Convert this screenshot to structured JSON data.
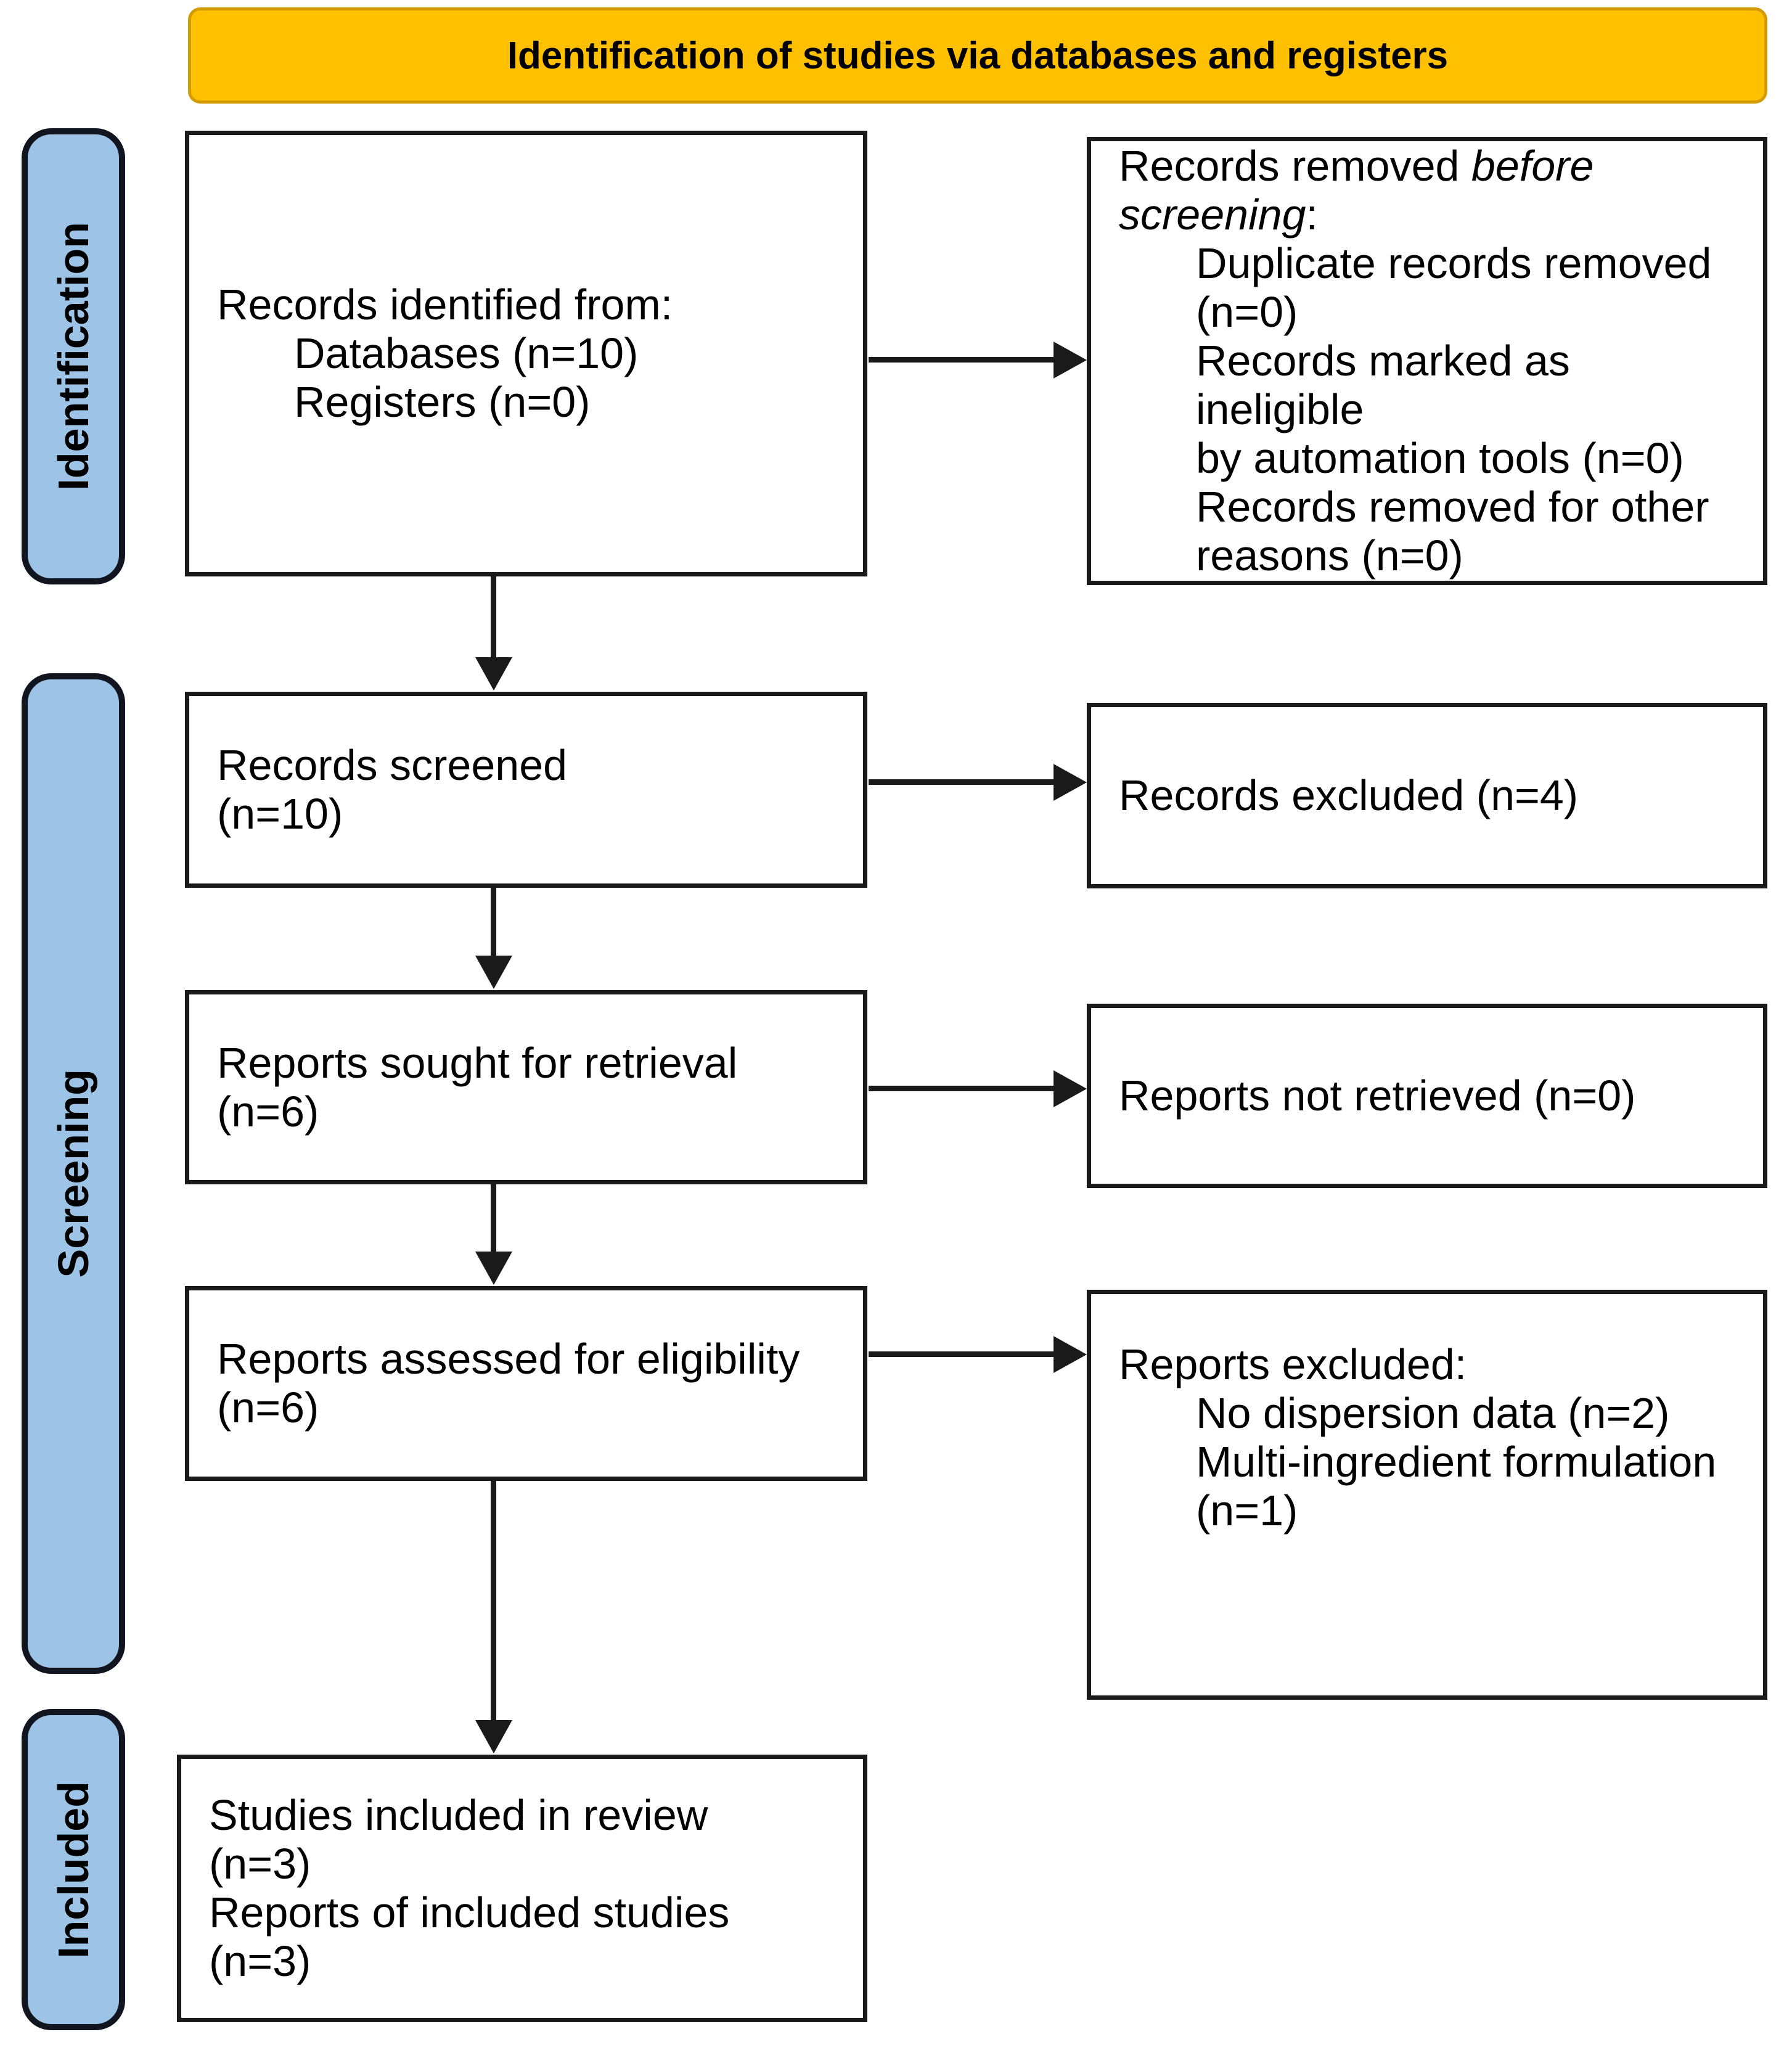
{
  "colors": {
    "banner_bg": "#FFC000",
    "banner_border": "#D49B00",
    "stage_bg": "#9DC3E6",
    "stage_border": "#11151F",
    "box_border": "#1A1A1A",
    "arrow": "#1A1A1A",
    "text": "#000000"
  },
  "banner": {
    "title": "Identification of studies via databases and registers"
  },
  "stages": {
    "identification": "Identification",
    "screening": "Screening",
    "included": "Included"
  },
  "boxes": {
    "records_identified": {
      "title": "Records identified from:",
      "items": [
        "Databases (n=10)",
        "Registers (n=0)"
      ]
    },
    "records_removed": {
      "title_normal": "Records removed ",
      "title_italic_line1": "before",
      "title_italic_line2": "screening",
      "title_colon": ":",
      "items": [
        [
          "Duplicate records removed",
          "(n=0)"
        ],
        [
          "Records marked as ineligible",
          "by automation tools (n=0)"
        ],
        [
          "Records removed for other",
          "reasons (n=0)"
        ]
      ]
    },
    "records_screened": {
      "lines": [
        "Records screened",
        "(n=10)"
      ]
    },
    "records_excluded": {
      "lines": [
        "Records excluded (n=4)"
      ]
    },
    "reports_sought": {
      "lines": [
        "Reports sought for retrieval",
        "(n=6)"
      ]
    },
    "reports_not_retrieved": {
      "lines": [
        "Reports not retrieved (n=0)"
      ]
    },
    "reports_assessed": {
      "lines": [
        "Reports assessed for eligibility",
        "(n=6)"
      ]
    },
    "reports_excluded": {
      "title": "Reports excluded:",
      "items": [
        [
          "No dispersion data (n=2)"
        ],
        [
          "Multi-ingredient formulation",
          "(n=1)"
        ]
      ]
    },
    "studies_included": {
      "lines": [
        "Studies included in review",
        "(n=3)",
        "Reports of included studies",
        "(n=3)"
      ]
    }
  }
}
